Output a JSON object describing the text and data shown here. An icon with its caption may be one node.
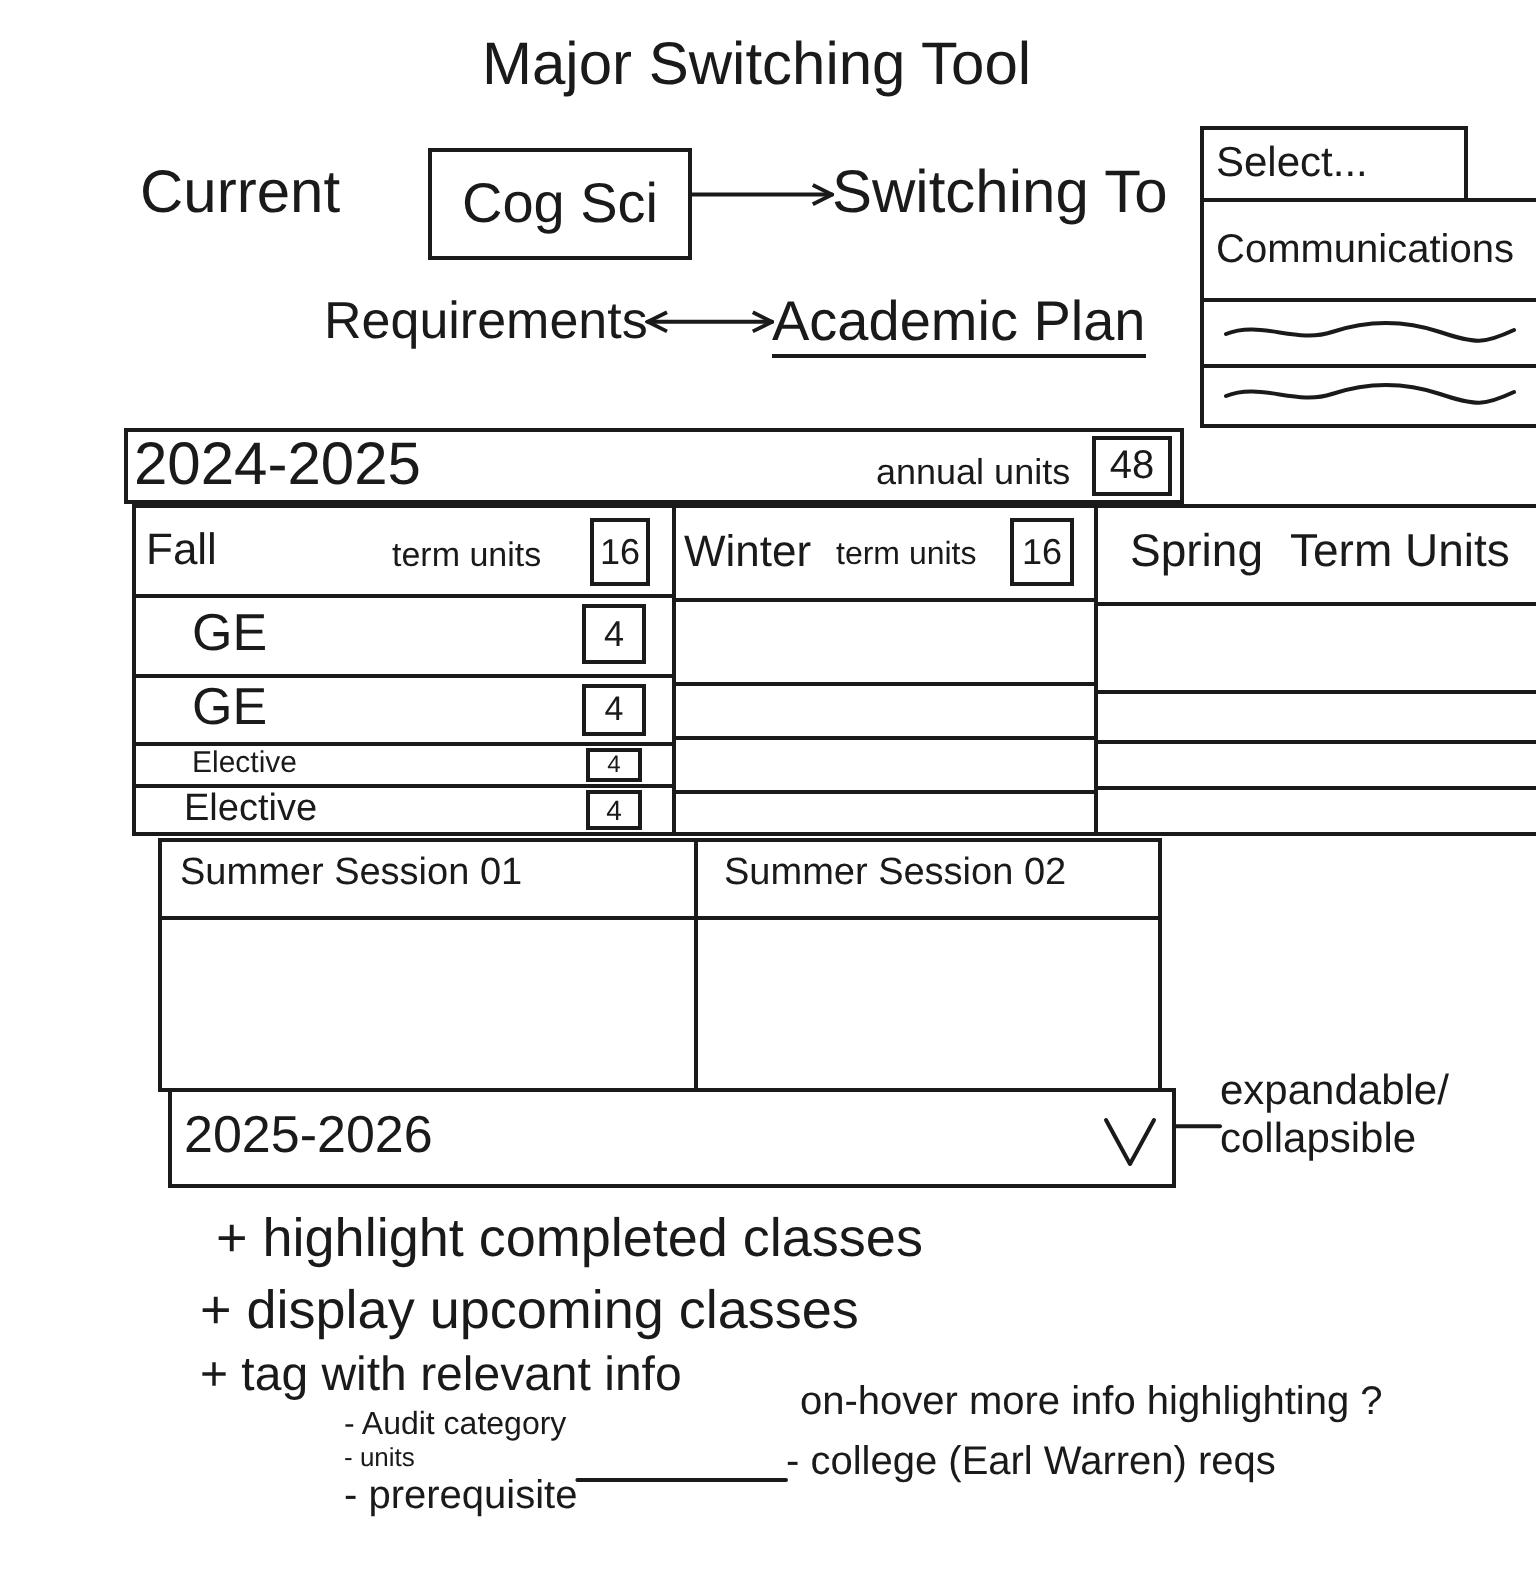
{
  "diagram": {
    "title": "Major Switching Tool",
    "nodes": [
      {
        "text": [
          "Cog Sci"
        ],
        "beside": [
          "Current"
        ]
      },
      {
        "text": [
          "Switching To"
        ]
      },
      {
        "text": [
          "Select..."
        ]
      },
      {
        "text": [
          "Communications"
        ]
      },
      {
        "text": [],
        "shape": "box"
      },
      {
        "text": [],
        "shape": "box"
      },
      {
        "text": [
          "Requirements"
        ]
      },
      {
        "text": [
          "Academic Plan"
        ]
      },
      {
        "text": [
          "2024-2025",
          "annual units"
        ]
      },
      {
        "text": [
          "48"
        ],
        "in": 8
      },
      {
        "text": [
          "Fall",
          "term units"
        ]
      },
      {
        "text": [
          "16"
        ],
        "in": 10
      },
      {
        "text": [
          "GE"
        ],
        "in": 10
      },
      {
        "text": [
          "4"
        ],
        "in": 12
      },
      {
        "text": [
          "GE"
        ],
        "in": 10
      },
      {
        "text": [
          "4"
        ],
        "in": 14
      },
      {
        "text": [
          "Elective"
        ],
        "in": 10
      },
      {
        "text": [
          "4"
        ],
        "in": 16
      },
      {
        "text": [
          "Elective"
        ],
        "in": 10
      },
      {
        "text": [
          "4"
        ],
        "in": 18
      },
      {
        "text": [
          "Winter",
          "term units"
        ]
      },
      {
        "text": [
          "16"
        ],
        "in": 20
      },
      {
        "text": [],
        "shape": "box",
        "in": 20
      },
      {
        "text": [],
        "shape": "box",
        "in": 20
      },
      {
        "text": [],
        "shape": "box",
        "in": 20
      },
      {
        "text": [],
        "shape": "box",
        "in": 20
      },
      {
        "text": [
          "Spring",
          "Term Units"
        ]
      },
      {
        "text": [],
        "shape": "box",
        "in": 26
      },
      {
        "text": [],
        "shape": "box",
        "in": 26
      },
      {
        "text": [],
        "shape": "box",
        "in": 26
      },
      {
        "text": [],
        "shape": "box",
        "in": 26
      },
      {
        "text": [
          "Summer Session 01"
        ]
      },
      {
        "text": [
          "Summer Session 02"
        ]
      },
      {
        "text": [
          "2025-2026"
        ]
      },
      {
        "text": [
          "expandable/ collapsible"
        ]
      },
      {
        "text": [
          "- prerequisite"
        ]
      },
      {
        "text": [
          "- college (Earl Warren) reqs"
        ]
      }
    ],
    "edges": [
      {
        "from": 0,
        "to": 1,
        "arrow": "to"
      },
      {
        "from": 6,
        "to": 7,
        "arrow": "both"
      },
      {
        "from": 34,
        "to": 33,
        "arrow": "none"
      },
      {
        "from": 35,
        "to": 36,
        "arrow": "none"
      }
    ],
    "labels": [
      "+ highlight completed classes",
      "+ display upcoming classes",
      "+ tag with relevant info",
      "- Audit category",
      "on-hover more info highlighting ?",
      "- units"
    ]
  }
}
